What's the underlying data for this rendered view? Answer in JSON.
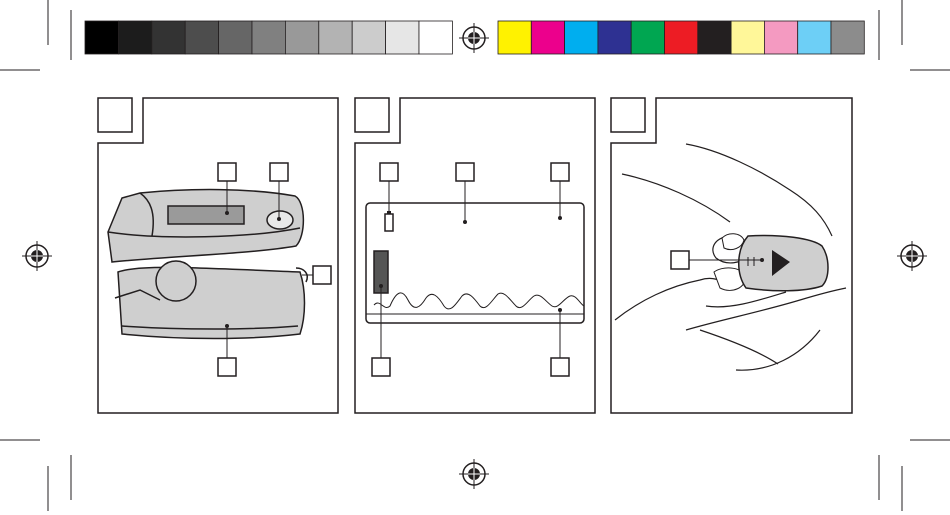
{
  "print_marks": {
    "grayscale_swatches": [
      "#000000",
      "#1c1c1c",
      "#333333",
      "#4d4d4d",
      "#666666",
      "#808080",
      "#999999",
      "#b3b3b3",
      "#cccccc",
      "#e6e6e6",
      "#ffffff"
    ],
    "color_swatches": [
      "#fff200",
      "#ec008c",
      "#00aeef",
      "#2e3192",
      "#00a651",
      "#ed1c24",
      "#231f20",
      "#fff799",
      "#f49ac1",
      "#6dcff6",
      "#8c8c8c"
    ]
  },
  "panels": [
    {
      "id": "panel-1",
      "label": ""
    },
    {
      "id": "panel-2",
      "label": ""
    },
    {
      "id": "panel-3",
      "label": ""
    }
  ],
  "colors": {
    "line": "#231f20",
    "device_body": "#cfcfcf",
    "device_shade": "#b8b8b8",
    "screen_dark": "#6b6b6b",
    "display_bar": "#555555"
  }
}
